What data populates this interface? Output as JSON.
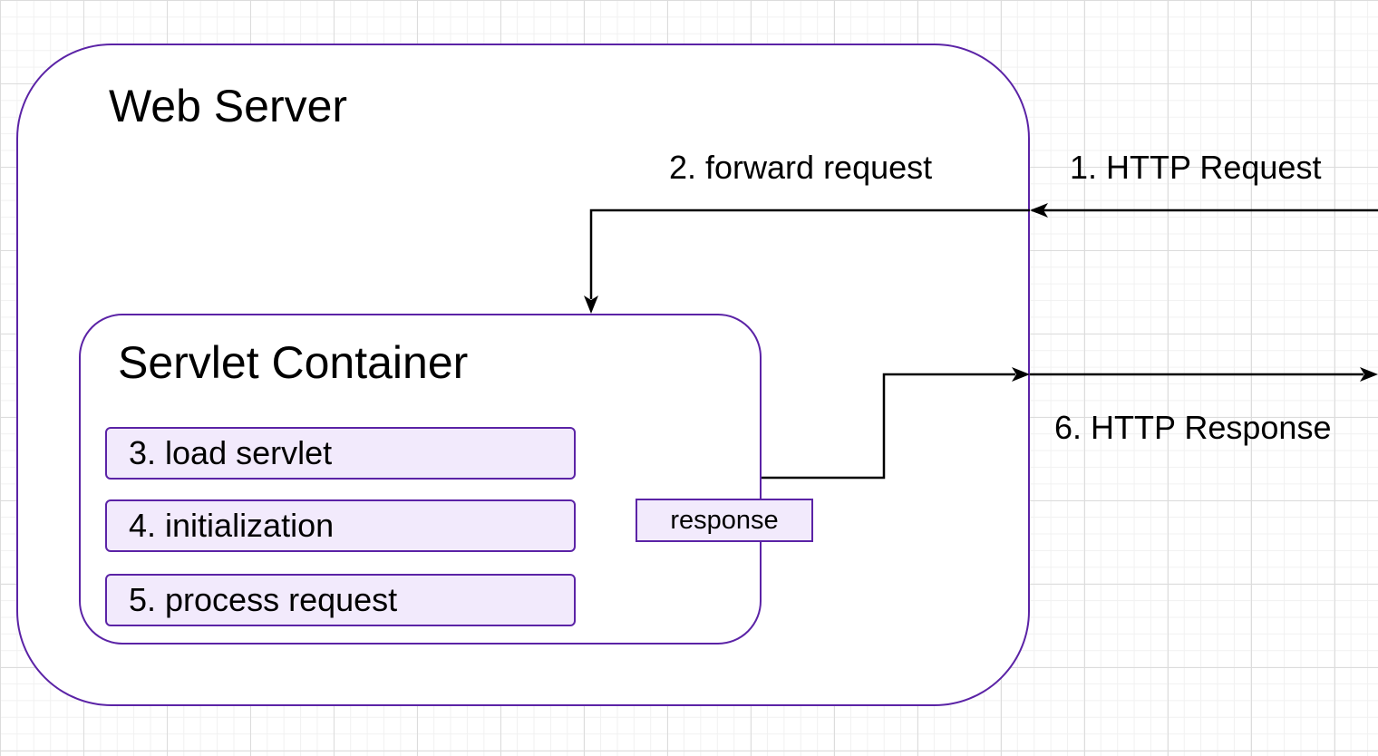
{
  "diagram": {
    "web_server": {
      "title": "Web Server"
    },
    "servlet_container": {
      "title": "Servlet Container",
      "steps": [
        "3. load servlet",
        "4. initialization",
        "5. process request"
      ],
      "response_label": "response"
    },
    "edges": {
      "http_request": "1. HTTP Request",
      "forward_request": "2. forward request",
      "http_response": "6. HTTP Response"
    },
    "colors": {
      "border": "#5b23a6",
      "step_fill": "#f2eafc",
      "edge": "#000000",
      "grid": "#dcdcdc"
    }
  }
}
